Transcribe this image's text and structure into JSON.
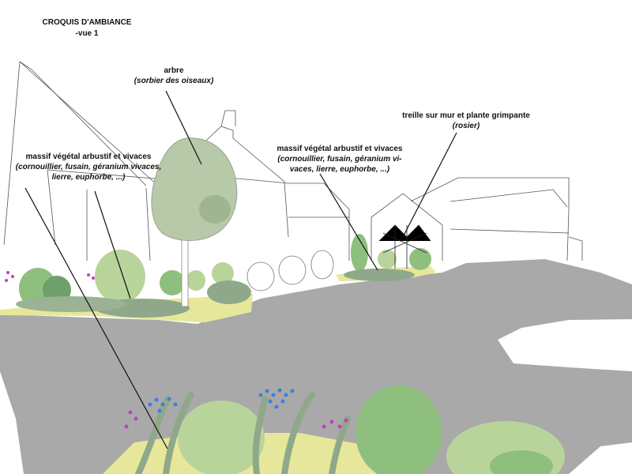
{
  "title": {
    "line1": "CROQUIS D'AMBIANCE",
    "line2": "-vue 1"
  },
  "annotations": {
    "tree": {
      "title": "arbre",
      "detail": "(sorbier des oiseaux)"
    },
    "massif_left": {
      "title": "massif végétal arbustif et vivaces",
      "detail_line1": "(cornouillier, fusain, géranium vivaces,",
      "detail_line2": "lierre, euphorbe, ...)"
    },
    "massif_right": {
      "title": "massif végétal arbustif et vivaces",
      "detail_line1": "(cornouillier, fusain, géranium vi-",
      "detail_line2": "vaces, lierre, euphorbe, ...)"
    },
    "trellis": {
      "title": "treille sur mur et plante grimpante",
      "detail": "(rosier)"
    }
  },
  "colors": {
    "road": "#a9a9a9",
    "foliage_light": "#b9d49a",
    "foliage_mid": "#8fbf7e",
    "foliage_dark": "#6f9f6a",
    "tree_crown": "#b7c9a9",
    "flowers_blue": "#3b7fe0",
    "flowers_pink": "#c43fc4",
    "grass": "#e6e79a"
  }
}
